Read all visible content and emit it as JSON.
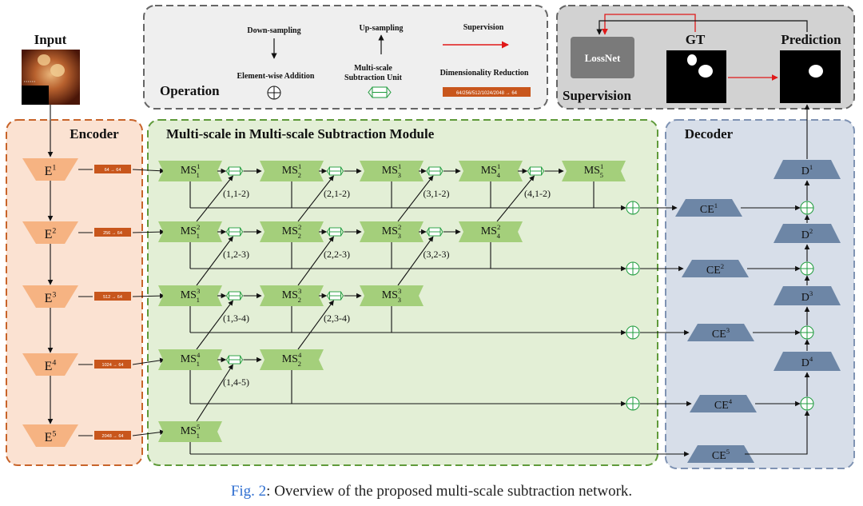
{
  "operation": {
    "title": "Operation",
    "down_sampling": "Down-sampling",
    "up_sampling": "Up-sampling",
    "supervision": "Supervision",
    "element_wise_addition": "Element-wise Addition",
    "msu_line1": "Multi-scale",
    "msu_line2": "Subtraction Unit",
    "dim_reduction": "Dimensionality Reduction",
    "dim_reduction_example": "64/256/512/1024/2048 → 64"
  },
  "supervision_panel": {
    "title": "Supervision",
    "lossnet": "LossNet",
    "gt": "GT",
    "prediction": "Prediction"
  },
  "input_label": "Input",
  "encoder": {
    "title": "Encoder",
    "stages": [
      {
        "base": "E",
        "sup": "1",
        "reduction": "64 → 64"
      },
      {
        "base": "E",
        "sup": "2",
        "reduction": "256 → 64"
      },
      {
        "base": "E",
        "sup": "3",
        "reduction": "512 → 64"
      },
      {
        "base": "E",
        "sup": "4",
        "reduction": "1024 → 64"
      },
      {
        "base": "E",
        "sup": "5",
        "reduction": "2048 → 64"
      }
    ]
  },
  "msm": {
    "title": "Multi-scale in Multi-scale Subtraction Module",
    "rows": [
      {
        "sup": "1",
        "subs": [
          "1",
          "2",
          "3",
          "4",
          "5"
        ],
        "unit_labels": [
          "(1,1-2)",
          "(2,1-2)",
          "(3,1-2)",
          "(4,1-2)"
        ]
      },
      {
        "sup": "2",
        "subs": [
          "1",
          "2",
          "3",
          "4"
        ],
        "unit_labels": [
          "(1,2-3)",
          "(2,2-3)",
          "(3,2-3)"
        ]
      },
      {
        "sup": "3",
        "subs": [
          "1",
          "2",
          "3"
        ],
        "unit_labels": [
          "(1,3-4)",
          "(2,3-4)"
        ]
      },
      {
        "sup": "4",
        "subs": [
          "1",
          "2"
        ],
        "unit_labels": [
          "(1,4-5)"
        ]
      },
      {
        "sup": "5",
        "subs": [
          "1"
        ],
        "unit_labels": []
      }
    ]
  },
  "decoder": {
    "title": "Decoder",
    "ce": [
      {
        "base": "CE",
        "sup": "1"
      },
      {
        "base": "CE",
        "sup": "2"
      },
      {
        "base": "CE",
        "sup": "3"
      },
      {
        "base": "CE",
        "sup": "4"
      },
      {
        "base": "CE",
        "sup": "5"
      }
    ],
    "d": [
      {
        "base": "D",
        "sup": "1"
      },
      {
        "base": "D",
        "sup": "2"
      },
      {
        "base": "D",
        "sup": "3"
      },
      {
        "base": "D",
        "sup": "4"
      }
    ]
  },
  "caption": {
    "fig_ref": "Fig. 2",
    "text": ": Overview of the proposed multi-scale subtraction network."
  },
  "colors": {
    "encoder_fill": "#f6b382",
    "encoder_bg": "#fbe2d2",
    "encoder_border": "#c8642a",
    "msm_fill": "#a4cf7b",
    "msm_bg": "#e3efd6",
    "msm_border": "#5f9a3a",
    "decoder_fill": "#6d86a6",
    "decoder_bg": "#d7dee9",
    "decoder_border": "#7f93b3",
    "reduction_fill": "#c8561c",
    "supervision_red": "#e01818",
    "operation_bg": "#efefef",
    "supervision_bg": "#d2d2d2"
  }
}
